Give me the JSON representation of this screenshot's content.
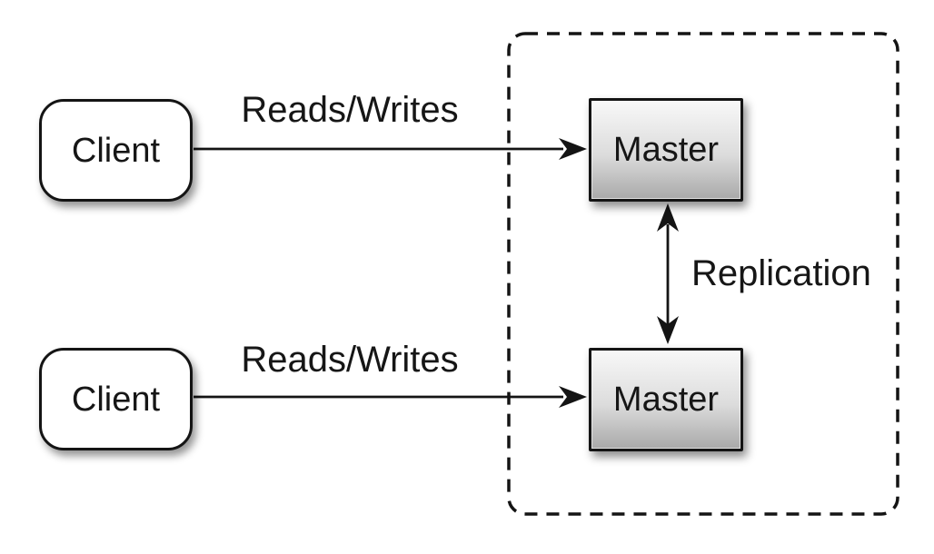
{
  "diagram": {
    "nodes": {
      "client_top": {
        "label": "Client"
      },
      "client_bottom": {
        "label": "Client"
      },
      "master_top": {
        "label": "Master"
      },
      "master_bottom": {
        "label": "Master"
      }
    },
    "edges": {
      "reads_writes_top": {
        "label": "Reads/Writes"
      },
      "reads_writes_bottom": {
        "label": "Reads/Writes"
      },
      "replication": {
        "label": "Replication"
      }
    },
    "colors": {
      "stroke": "#141414",
      "background": "#ffffff",
      "client_fill": "#ffffff",
      "master_gradient_top": "#f8f8f8",
      "master_gradient_bottom": "#a9a9a9"
    }
  }
}
